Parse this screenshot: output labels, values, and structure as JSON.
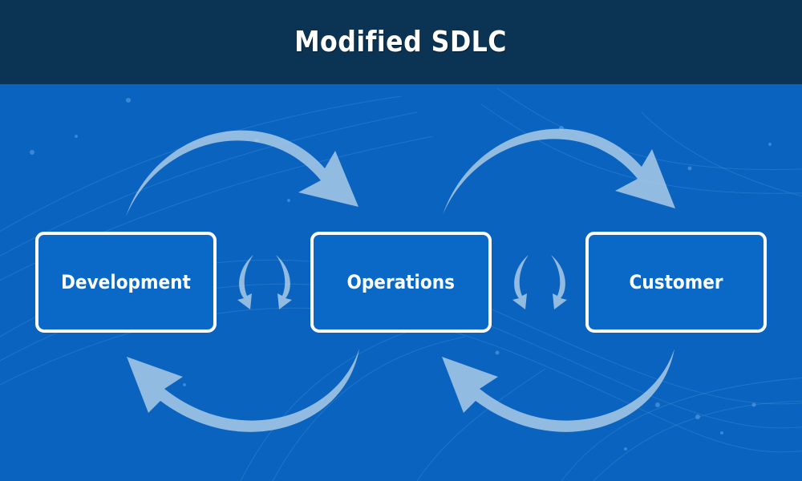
{
  "header": {
    "title": "Modified SDLC"
  },
  "nodes": [
    {
      "id": "development",
      "label": "Development"
    },
    {
      "id": "operations",
      "label": "Operations"
    },
    {
      "id": "customer",
      "label": "Customer"
    }
  ],
  "edges": [
    {
      "from": "Development",
      "to": "Operations",
      "style": "large curved arrow, top"
    },
    {
      "from": "Operations",
      "to": "Development",
      "style": "large curved arrow, bottom"
    },
    {
      "from": "Operations",
      "to": "Customer",
      "style": "large curved arrow, top"
    },
    {
      "from": "Customer",
      "to": "Operations",
      "style": "large curved arrow, bottom"
    },
    {
      "between": [
        "Development",
        "Operations"
      ],
      "style": "pair of small downward curved arrows"
    },
    {
      "between": [
        "Operations",
        "Customer"
      ],
      "style": "pair of small downward curved arrows"
    }
  ],
  "colors": {
    "header_bg": "#0b3454",
    "canvas_bg": "#0a63be",
    "box_fill": "#0a68c6",
    "box_border": "#ffffff",
    "arrow_fill": "#b9d3ec"
  }
}
